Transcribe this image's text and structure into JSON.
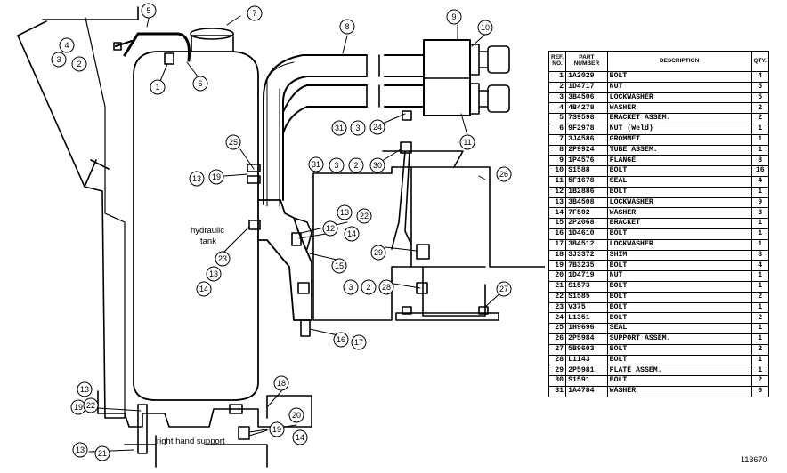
{
  "labels": {
    "hydraulic_tank": [
      "hydraulic",
      "tank"
    ],
    "right_hand_support": "right hand support",
    "figure_number": "113670"
  },
  "table": {
    "headers": {
      "ref": [
        "REF.",
        "NO."
      ],
      "part": [
        "PART",
        "NUMBER"
      ],
      "description": "DESCRIPTION",
      "qty": "QTY."
    },
    "rows": [
      {
        "ref": "1",
        "part": "1A2029",
        "desc": "BOLT",
        "qty": "4"
      },
      {
        "ref": "2",
        "part": "1D4717",
        "desc": "NUT",
        "qty": "5"
      },
      {
        "ref": "3",
        "part": "3B4506",
        "desc": "LOCKWASHER",
        "qty": "5"
      },
      {
        "ref": "4",
        "part": "4B4278",
        "desc": "WASHER",
        "qty": "2"
      },
      {
        "ref": "5",
        "part": "7S9598",
        "desc": "BRACKET ASSEM.",
        "qty": "2"
      },
      {
        "ref": "6",
        "part": "9F2978",
        "desc": "NUT (Weld)",
        "qty": "1"
      },
      {
        "ref": "7",
        "part": "3J4586",
        "desc": "GROMMET",
        "qty": "1"
      },
      {
        "ref": "8",
        "part": "2P9924",
        "desc": "TUBE ASSEM.",
        "qty": "1"
      },
      {
        "ref": "9",
        "part": "1P4576",
        "desc": "FLANGE",
        "qty": "8"
      },
      {
        "ref": "10",
        "part": "S1588",
        "desc": "BOLT",
        "qty": "16"
      },
      {
        "ref": "11",
        "part": "5F1678",
        "desc": "SEAL",
        "qty": "4"
      },
      {
        "ref": "12",
        "part": "1B2886",
        "desc": "BOLT",
        "qty": "1"
      },
      {
        "ref": "13",
        "part": "3B4508",
        "desc": "LOCKWASHER",
        "qty": "9"
      },
      {
        "ref": "14",
        "part": "7F502",
        "desc": "WASHER",
        "qty": "3"
      },
      {
        "ref": "15",
        "part": "2P2068",
        "desc": "BRACKET",
        "qty": "1"
      },
      {
        "ref": "16",
        "part": "1D4610",
        "desc": "BOLT",
        "qty": "1"
      },
      {
        "ref": "17",
        "part": "3B4512",
        "desc": "LOCKWASHER",
        "qty": "1"
      },
      {
        "ref": "18",
        "part": "3J3372",
        "desc": "SHIM",
        "qty": "8"
      },
      {
        "ref": "19",
        "part": "7B3235",
        "desc": "BOLT",
        "qty": "4"
      },
      {
        "ref": "20",
        "part": "1D4719",
        "desc": "NUT",
        "qty": "1"
      },
      {
        "ref": "21",
        "part": "S1573",
        "desc": "BOLT",
        "qty": "1"
      },
      {
        "ref": "22",
        "part": "S1585",
        "desc": "BOLT",
        "qty": "2"
      },
      {
        "ref": "23",
        "part": "V375",
        "desc": "BOLT",
        "qty": "1"
      },
      {
        "ref": "24",
        "part": "L1351",
        "desc": "BOLT",
        "qty": "2"
      },
      {
        "ref": "25",
        "part": "1H9696",
        "desc": "SEAL",
        "qty": "1"
      },
      {
        "ref": "26",
        "part": "2P5984",
        "desc": "SUPPORT ASSEM.",
        "qty": "1"
      },
      {
        "ref": "27",
        "part": "5B9603",
        "desc": "BOLT",
        "qty": "2"
      },
      {
        "ref": "28",
        "part": "L1143",
        "desc": "BOLT",
        "qty": "1"
      },
      {
        "ref": "29",
        "part": "2P5981",
        "desc": "PLATE ASSEM.",
        "qty": "1"
      },
      {
        "ref": "30",
        "part": "S1591",
        "desc": "BOLT",
        "qty": "2"
      },
      {
        "ref": "31",
        "part": "1A4784",
        "desc": "WASHER",
        "qty": "6"
      }
    ]
  },
  "callouts": [
    {
      "n": "1"
    },
    {
      "n": "2"
    },
    {
      "n": "3"
    },
    {
      "n": "4"
    },
    {
      "n": "5"
    },
    {
      "n": "6"
    },
    {
      "n": "7"
    },
    {
      "n": "8"
    },
    {
      "n": "9"
    },
    {
      "n": "10"
    },
    {
      "n": "11"
    },
    {
      "n": "31"
    },
    {
      "n": "3"
    },
    {
      "n": "24"
    },
    {
      "n": "25"
    },
    {
      "n": "31"
    },
    {
      "n": "3"
    },
    {
      "n": "2"
    },
    {
      "n": "30"
    },
    {
      "n": "13"
    },
    {
      "n": "19"
    },
    {
      "n": "26"
    },
    {
      "n": "13"
    },
    {
      "n": "22"
    },
    {
      "n": "12"
    },
    {
      "n": "14"
    },
    {
      "n": "23"
    },
    {
      "n": "13"
    },
    {
      "n": "14"
    },
    {
      "n": "15"
    },
    {
      "n": "29"
    },
    {
      "n": "3"
    },
    {
      "n": "2"
    },
    {
      "n": "28"
    },
    {
      "n": "27"
    },
    {
      "n": "16"
    },
    {
      "n": "17"
    },
    {
      "n": "18"
    },
    {
      "n": "13"
    },
    {
      "n": "19"
    },
    {
      "n": "22"
    },
    {
      "n": "20"
    },
    {
      "n": "19"
    },
    {
      "n": "14"
    },
    {
      "n": "13"
    },
    {
      "n": "21"
    }
  ]
}
